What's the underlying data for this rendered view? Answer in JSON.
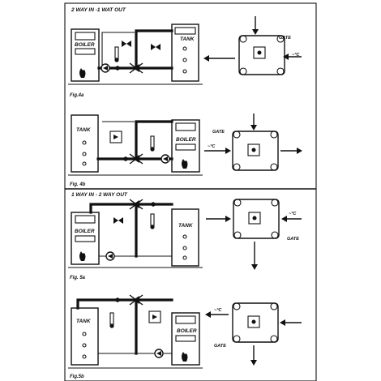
{
  "sections": [
    {
      "title": "2 WAY IN -1 WAT OUT"
    },
    {
      "title": "1 WAY IN - 2 WAY OUT"
    }
  ],
  "figures": [
    {
      "id": "fig4a",
      "caption": "Fig.4a",
      "left_label": "BOILER",
      "right_label": "TANK",
      "gate_label": "GATE",
      "temp_label": "~°C"
    },
    {
      "id": "fig4b",
      "caption": "Fig. 4b",
      "left_label": "TANK",
      "right_label": "BOILER",
      "gate_label": "GATE",
      "temp_label": "~°C"
    },
    {
      "id": "fig5a",
      "caption": "Fig. 5a",
      "left_label": "BOILER",
      "right_label": "TANK",
      "gate_label": "GATE",
      "temp_label": "~°C"
    },
    {
      "id": "fig5b",
      "caption": "Fig.5b",
      "left_label": "TANK",
      "right_label": "BOILER",
      "gate_label": "GATE",
      "temp_label": "~°C"
    }
  ],
  "icons": {
    "pump": "pump-icon",
    "valve": "valve-icon",
    "thermometer": "thermometer-icon",
    "flame": "flame-icon",
    "mixing_valve": "mixing-valve-icon"
  }
}
